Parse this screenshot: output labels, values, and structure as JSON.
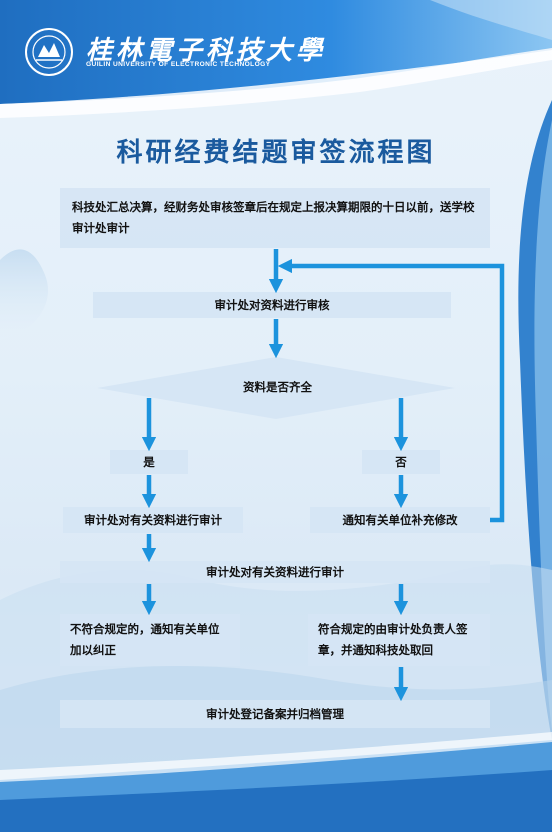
{
  "header": {
    "school_name_cn": "桂林電子科技大學",
    "school_name_en": "GUILIN UNIVERSITY OF ELECTRONIC TECHNOLOGY"
  },
  "title": "科研经费结题审签流程图",
  "colors": {
    "title": "#1a5a9e",
    "arrow": "#1c93dd",
    "box": "#d5e5f4"
  },
  "steps": {
    "s1": "科技处汇总决算，经财务处审核签章后在规定上报决算期限的十日以前，送学校审计处审计",
    "s2": "审计处对资料进行审核",
    "decision": "资料是否齐全",
    "yes": "是",
    "no": "否",
    "yes_audit": "审计处对有关资料进行审计",
    "notify_fix": "通知有关单位补充修改",
    "audit_all": "审计处对有关资料进行审计",
    "noncompliant": "不符合规定的，通知有关单位加以纠正",
    "compliant": "符合规定的由审计处负责人签章，并通知科技处取回",
    "archive": "审计处登记备案并归档管理"
  }
}
